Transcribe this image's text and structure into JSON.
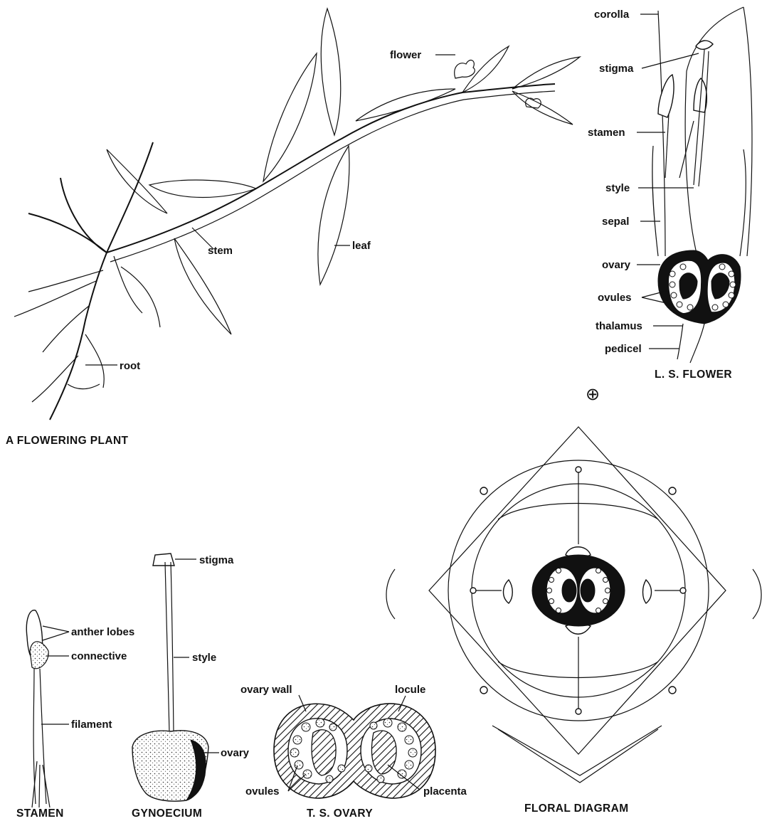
{
  "panels": {
    "plant": {
      "title": "A FLOWERING PLANT",
      "labels": {
        "flower": "flower",
        "stem": "stem",
        "leaf": "leaf",
        "root": "root"
      }
    },
    "ls_flower": {
      "title": "L. S. FLOWER",
      "labels": {
        "corolla": "corolla",
        "stigma": "stigma",
        "stamen": "stamen",
        "style": "style",
        "sepal": "sepal",
        "ovary": "ovary",
        "ovules": "ovules",
        "thalamus": "thalamus",
        "pedicel": "pedicel"
      }
    },
    "symbol": "⊕",
    "stamen": {
      "title": "STAMEN",
      "labels": {
        "anther_lobes": "anther lobes",
        "connective": "connective",
        "filament": "filament"
      }
    },
    "gynoecium": {
      "title": "GYNOECIUM",
      "labels": {
        "stigma": "stigma",
        "style": "style",
        "ovary": "ovary"
      }
    },
    "ts_ovary": {
      "title": "T. S. OVARY",
      "labels": {
        "ovary_wall": "ovary wall",
        "locule": "locule",
        "ovules": "ovules",
        "placenta": "placenta"
      }
    },
    "floral_diagram": {
      "title": "FLORAL DIAGRAM"
    }
  }
}
